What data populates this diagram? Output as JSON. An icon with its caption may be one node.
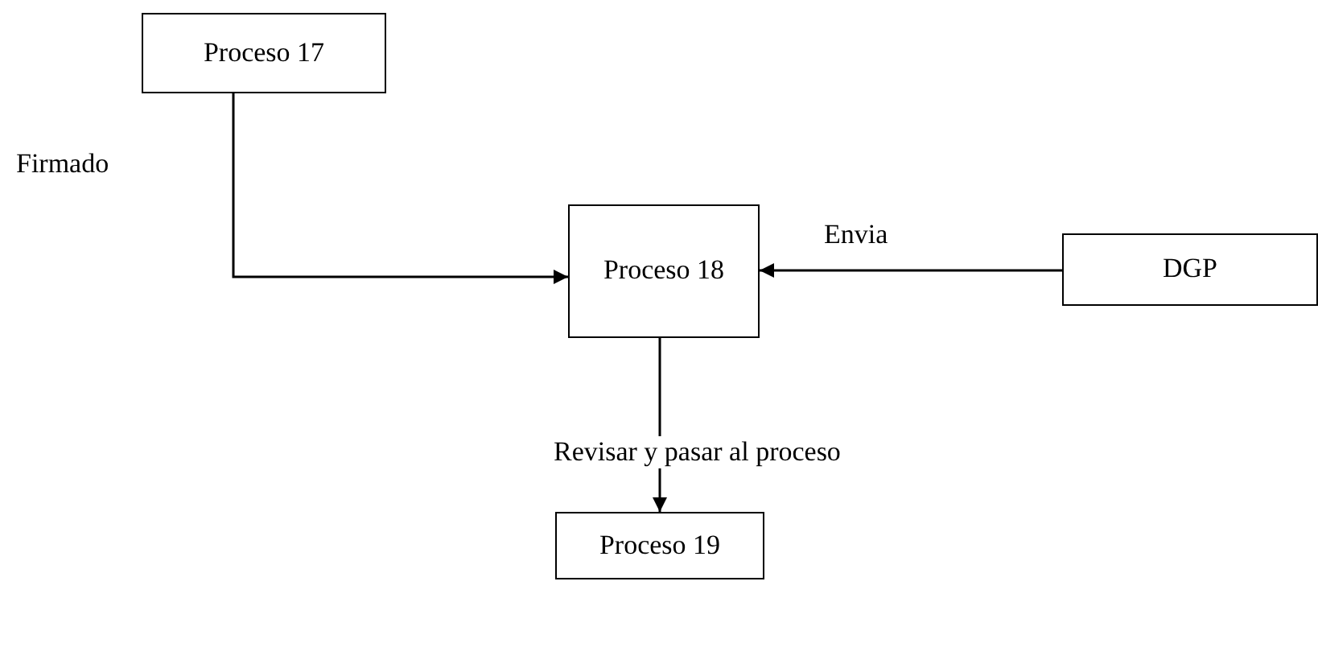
{
  "diagram": {
    "nodes": [
      {
        "text": [
          "Proceso 17"
        ]
      },
      {
        "text": [
          "Proceso 18"
        ]
      },
      {
        "text": [
          "DGP"
        ]
      },
      {
        "text": [
          "Proceso 19"
        ]
      }
    ],
    "edges": [
      {
        "from": 0,
        "to": 1,
        "arrow": "to",
        "label": "Firmado"
      },
      {
        "from": 2,
        "to": 1,
        "arrow": "to",
        "label": "Envia"
      },
      {
        "from": 1,
        "to": 3,
        "arrow": "to",
        "label": "Revisar y pasar al proceso"
      }
    ]
  }
}
